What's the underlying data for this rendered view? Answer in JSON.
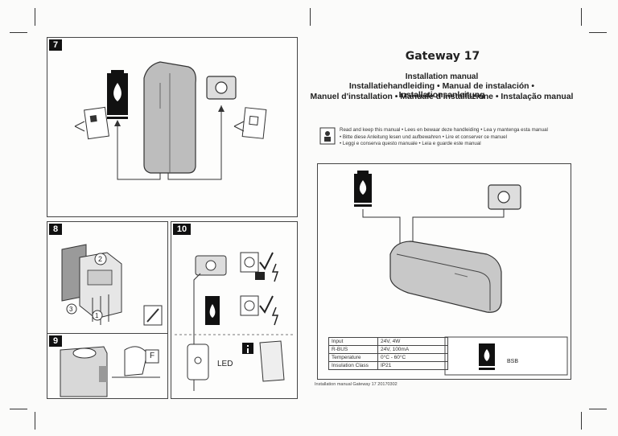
{
  "left_page": {
    "steps": [
      {
        "number": "7"
      },
      {
        "number": "8"
      },
      {
        "number": "9"
      },
      {
        "number": "10"
      }
    ],
    "step8_callouts": [
      "2",
      "3",
      "1"
    ],
    "step9_label": "F",
    "step10_led_label": "LED",
    "icons": [
      "boiler-flame-icon",
      "thermostat-icon",
      "manual-icon",
      "power-adapter-icon",
      "info-icon"
    ]
  },
  "right_page": {
    "title": "Gateway 17",
    "subtitle": "Installation manual",
    "languages_line1": "Installatiehandleiding • Manual de instalación • Installationsanleitung",
    "languages_line2": "Manuel d'installation • Manuale d'installazione • Instalação manual",
    "read_notice": [
      "Read and keep this manual • Lees en bewaar deze handleiding • Lea y mantenga esta manual",
      "• Bitte diese Anleitung lesen und aufbewahren • Lire et conserver ce manuel",
      "• Leggi e conserva questo manuale • Leia e guarde este manual"
    ],
    "specs": [
      {
        "label": "Input",
        "value": "24V, 4W"
      },
      {
        "label": "R-BUS",
        "value": "24V, 100mA"
      },
      {
        "label": "Temperature",
        "value": "0°C - 60°C"
      },
      {
        "label": "Insulation Class",
        "value": "IP21"
      }
    ],
    "badge_label": "BSB",
    "footer": "Installation manual  Gateway 17    20170302"
  }
}
